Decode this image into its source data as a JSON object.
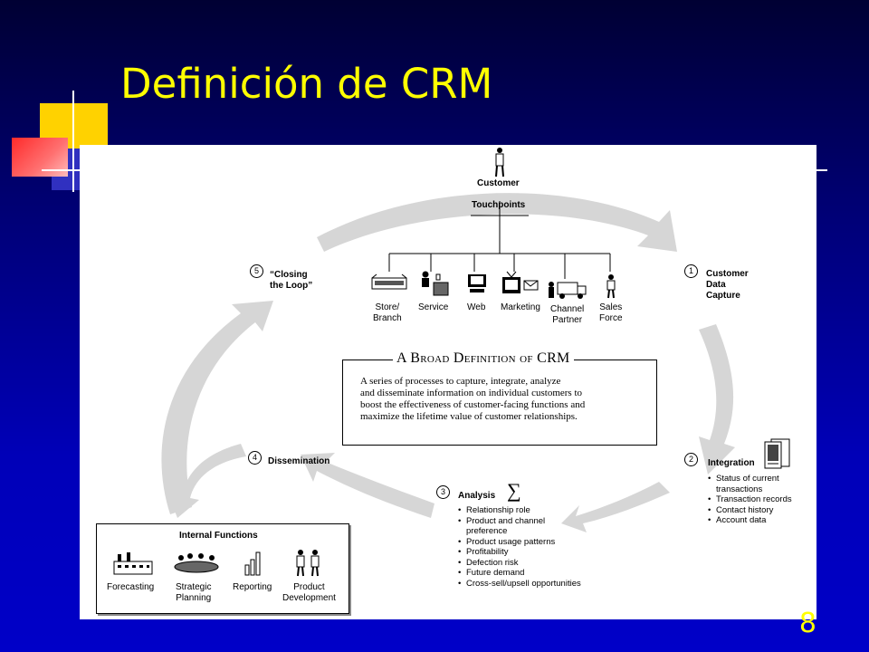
{
  "slide": {
    "title": "Definición de CRM",
    "page_number": "8"
  },
  "diagram": {
    "customer_label": "Customer",
    "touchpoints_label": "Touchpoints",
    "touchpoints": [
      "Store/\nBranch",
      "Service",
      "Web",
      "Marketing",
      "Channel\nPartner",
      "Sales\nForce"
    ],
    "steps": {
      "closing": {
        "num": "5",
        "label": "“Closing\nthe Loop”"
      },
      "capture": {
        "num": "1",
        "label": "Customer\nData\nCapture"
      },
      "integration": {
        "num": "2",
        "label": "Integration",
        "items": [
          "Status of current\ntransactions",
          "Transaction records",
          "Contact history",
          "Account data"
        ]
      },
      "analysis": {
        "num": "3",
        "label": "Analysis",
        "symbol": "∑",
        "items": [
          "Relationship role",
          "Product and channel\npreference",
          "Product usage patterns",
          "Profitability",
          "Defection risk",
          "Future demand",
          "Cross-sell/upsell opportunities"
        ]
      },
      "dissemination": {
        "num": "4",
        "label": "Dissemination"
      }
    },
    "definition": {
      "title": "A Broad Definition of CRM",
      "text": "A series of processes to capture, integrate, analyze\nand disseminate information on individual customers to\nboost the effectiveness of customer-facing functions and\nmaximize the lifetime value of customer relationships."
    },
    "internal_functions": {
      "title": "Internal Functions",
      "items": [
        "Forecasting",
        "Strategic\nPlanning",
        "Reporting",
        "Product\nDevelopment"
      ]
    }
  },
  "colors": {
    "title": "#ffff00",
    "arrow": "#d4d4d4",
    "deco_yellow": "#ffcc00",
    "deco_red": "#ff3333",
    "deco_blue": "#3333cc"
  }
}
